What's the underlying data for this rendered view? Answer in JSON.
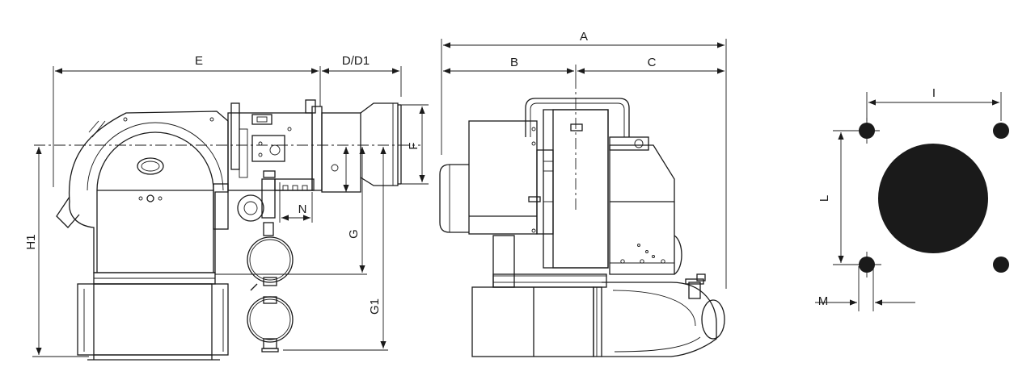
{
  "diagram": {
    "dimension_labels": {
      "E": "E",
      "D": "D/D1",
      "A": "A",
      "B": "B",
      "C": "C",
      "I": "I",
      "F": "F",
      "N": "N",
      "G": "G",
      "G1": "G1",
      "H1": "H1",
      "L": "L",
      "M": "M"
    }
  }
}
